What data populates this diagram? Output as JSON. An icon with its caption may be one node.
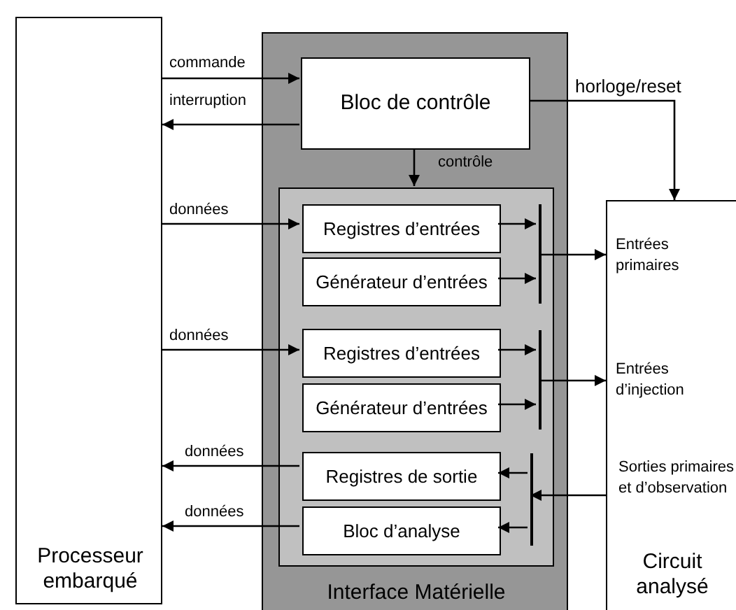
{
  "diagram": {
    "nodes": [
      {
        "text": [
          "Processeur embarqué"
        ]
      },
      {
        "text": [
          "Interface Matérielle"
        ]
      },
      {
        "text": [
          "Bloc de contrôle"
        ],
        "in": 1
      },
      {
        "text": [],
        "shape": "box",
        "in": 1
      },
      {
        "text": [
          "Registres d’entrées"
        ],
        "in": 3
      },
      {
        "text": [
          "Générateur d’entrées"
        ],
        "in": 3
      },
      {
        "text": [
          "Registres d’entrées"
        ],
        "in": 3
      },
      {
        "text": [
          "Générateur d’entrées"
        ],
        "in": 3
      },
      {
        "text": [
          "Registres de sortie"
        ],
        "in": 3
      },
      {
        "text": [
          "Bloc d’analyse"
        ],
        "in": 3
      },
      {
        "text": [],
        "shape": "bar",
        "in": 3
      },
      {
        "text": [],
        "shape": "bar",
        "in": 3
      },
      {
        "text": [],
        "shape": "bar",
        "in": 3
      },
      {
        "text": [
          "Entrées primaires",
          "Entrées d’injection",
          "Sorties primaires et d’observation",
          "Circuit analysé"
        ]
      }
    ],
    "edges": [
      {
        "from": 0,
        "to": 2,
        "arrow": "to",
        "label": "commande"
      },
      {
        "from": 2,
        "to": 0,
        "arrow": "to",
        "label": "interruption"
      },
      {
        "from": 2,
        "to": 13,
        "arrow": "to",
        "label": "horloge/reset"
      },
      {
        "from": 2,
        "to": 3,
        "arrow": "to",
        "label": "contrôle"
      },
      {
        "from": 0,
        "to": 4,
        "arrow": "to",
        "label": "données"
      },
      {
        "from": 0,
        "to": 6,
        "arrow": "to",
        "label": "données"
      },
      {
        "from": 8,
        "to": 0,
        "arrow": "to",
        "label": "données"
      },
      {
        "from": 9,
        "to": 0,
        "arrow": "to",
        "label": "données"
      },
      {
        "from": 4,
        "to": 10,
        "arrow": "to"
      },
      {
        "from": 5,
        "to": 10,
        "arrow": "to"
      },
      {
        "from": 10,
        "to": 13,
        "arrow": "to"
      },
      {
        "from": 6,
        "to": 11,
        "arrow": "to"
      },
      {
        "from": 7,
        "to": 11,
        "arrow": "to"
      },
      {
        "from": 11,
        "to": 13,
        "arrow": "to"
      },
      {
        "from": 13,
        "to": 12,
        "arrow": "to"
      },
      {
        "from": 12,
        "to": 8,
        "arrow": "to"
      },
      {
        "from": 12,
        "to": 9,
        "arrow": "to"
      }
    ]
  }
}
